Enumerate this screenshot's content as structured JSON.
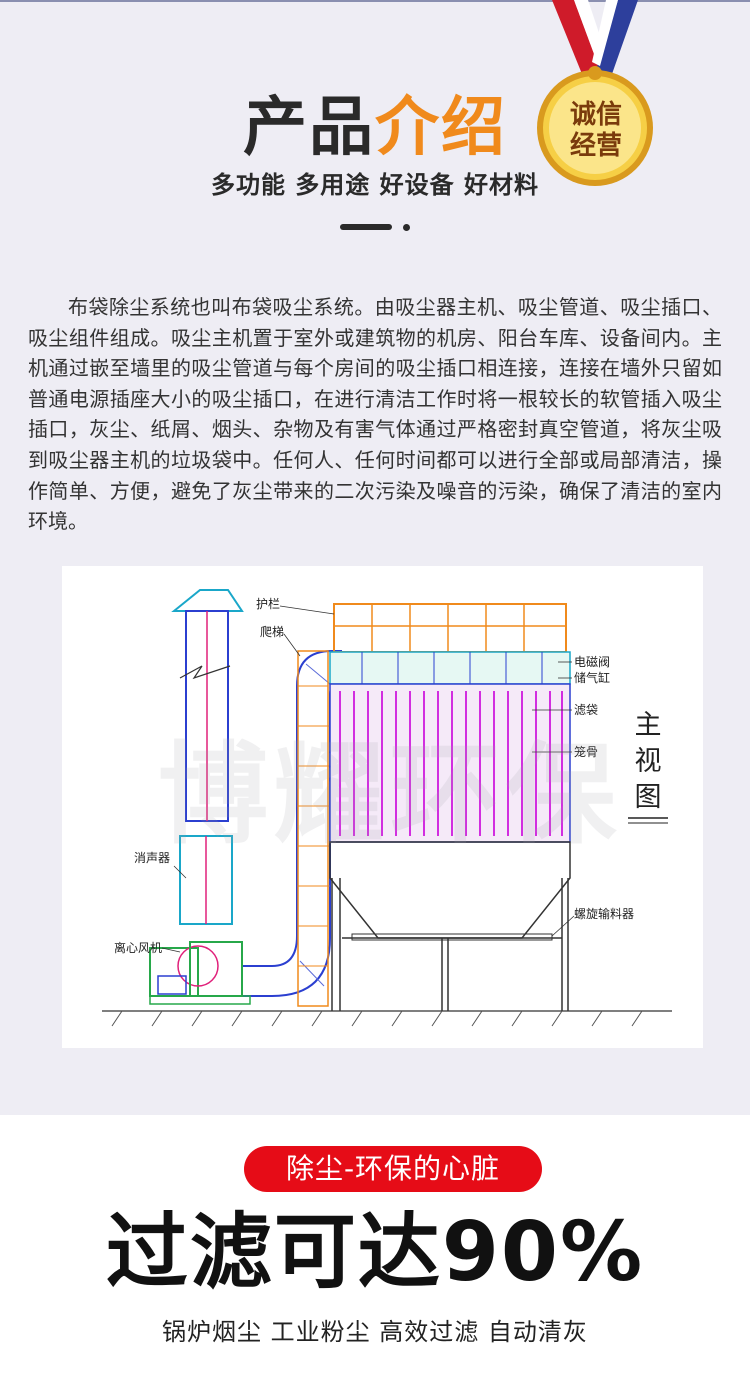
{
  "header": {
    "title_part1": "产品",
    "title_part2": "介绍",
    "subtitle": "多功能 多用途 好设备 好材料"
  },
  "badge": {
    "line1": "诚信",
    "line2": "经营"
  },
  "intro": {
    "text": "布袋除尘系统也叫布袋吸尘系统。由吸尘器主机、吸尘管道、吸尘插口、吸尘组件组成。吸尘主机置于室外或建筑物的机房、阳台车库、设备间内。主机通过嵌至墙里的吸尘管道与每个房间的吸尘插口相连接，连接在墙外只留如普通电源插座大小的吸尘插口，在进行清洁工作时将一根较长的软管插入吸尘插口，灰尘、纸屑、烟头、杂物及有害气体通过严格密封真空管道，将灰尘吸到吸尘器主机的垃圾袋中。任何人、任何时间都可以进行全部或局部清洁，操作简单、方便，避免了灰尘带来的二次污染及噪音的污染，确保了清洁的室内环境。"
  },
  "diagram": {
    "labels": {
      "guardrail": "护栏",
      "ladder": "爬梯",
      "solenoid_valve": "电磁阀",
      "air_tank": "储气缸",
      "filter_bag": "滤袋",
      "cage": "笼骨",
      "muffler": "消声器",
      "fan": "离心风机",
      "screw_conveyor": "螺旋输料器"
    },
    "view_title": [
      "主",
      "视",
      "图"
    ],
    "watermark": "博耀环保"
  },
  "footer": {
    "pill": "除尘-环保的心脏",
    "headline": "过滤可达90%",
    "features": "锅炉烟尘 工业粉尘 高效过滤 自动清灰"
  },
  "colors": {
    "accent_orange": "#f08a1c",
    "red": "#e60c17",
    "background": "#eeedf4"
  }
}
